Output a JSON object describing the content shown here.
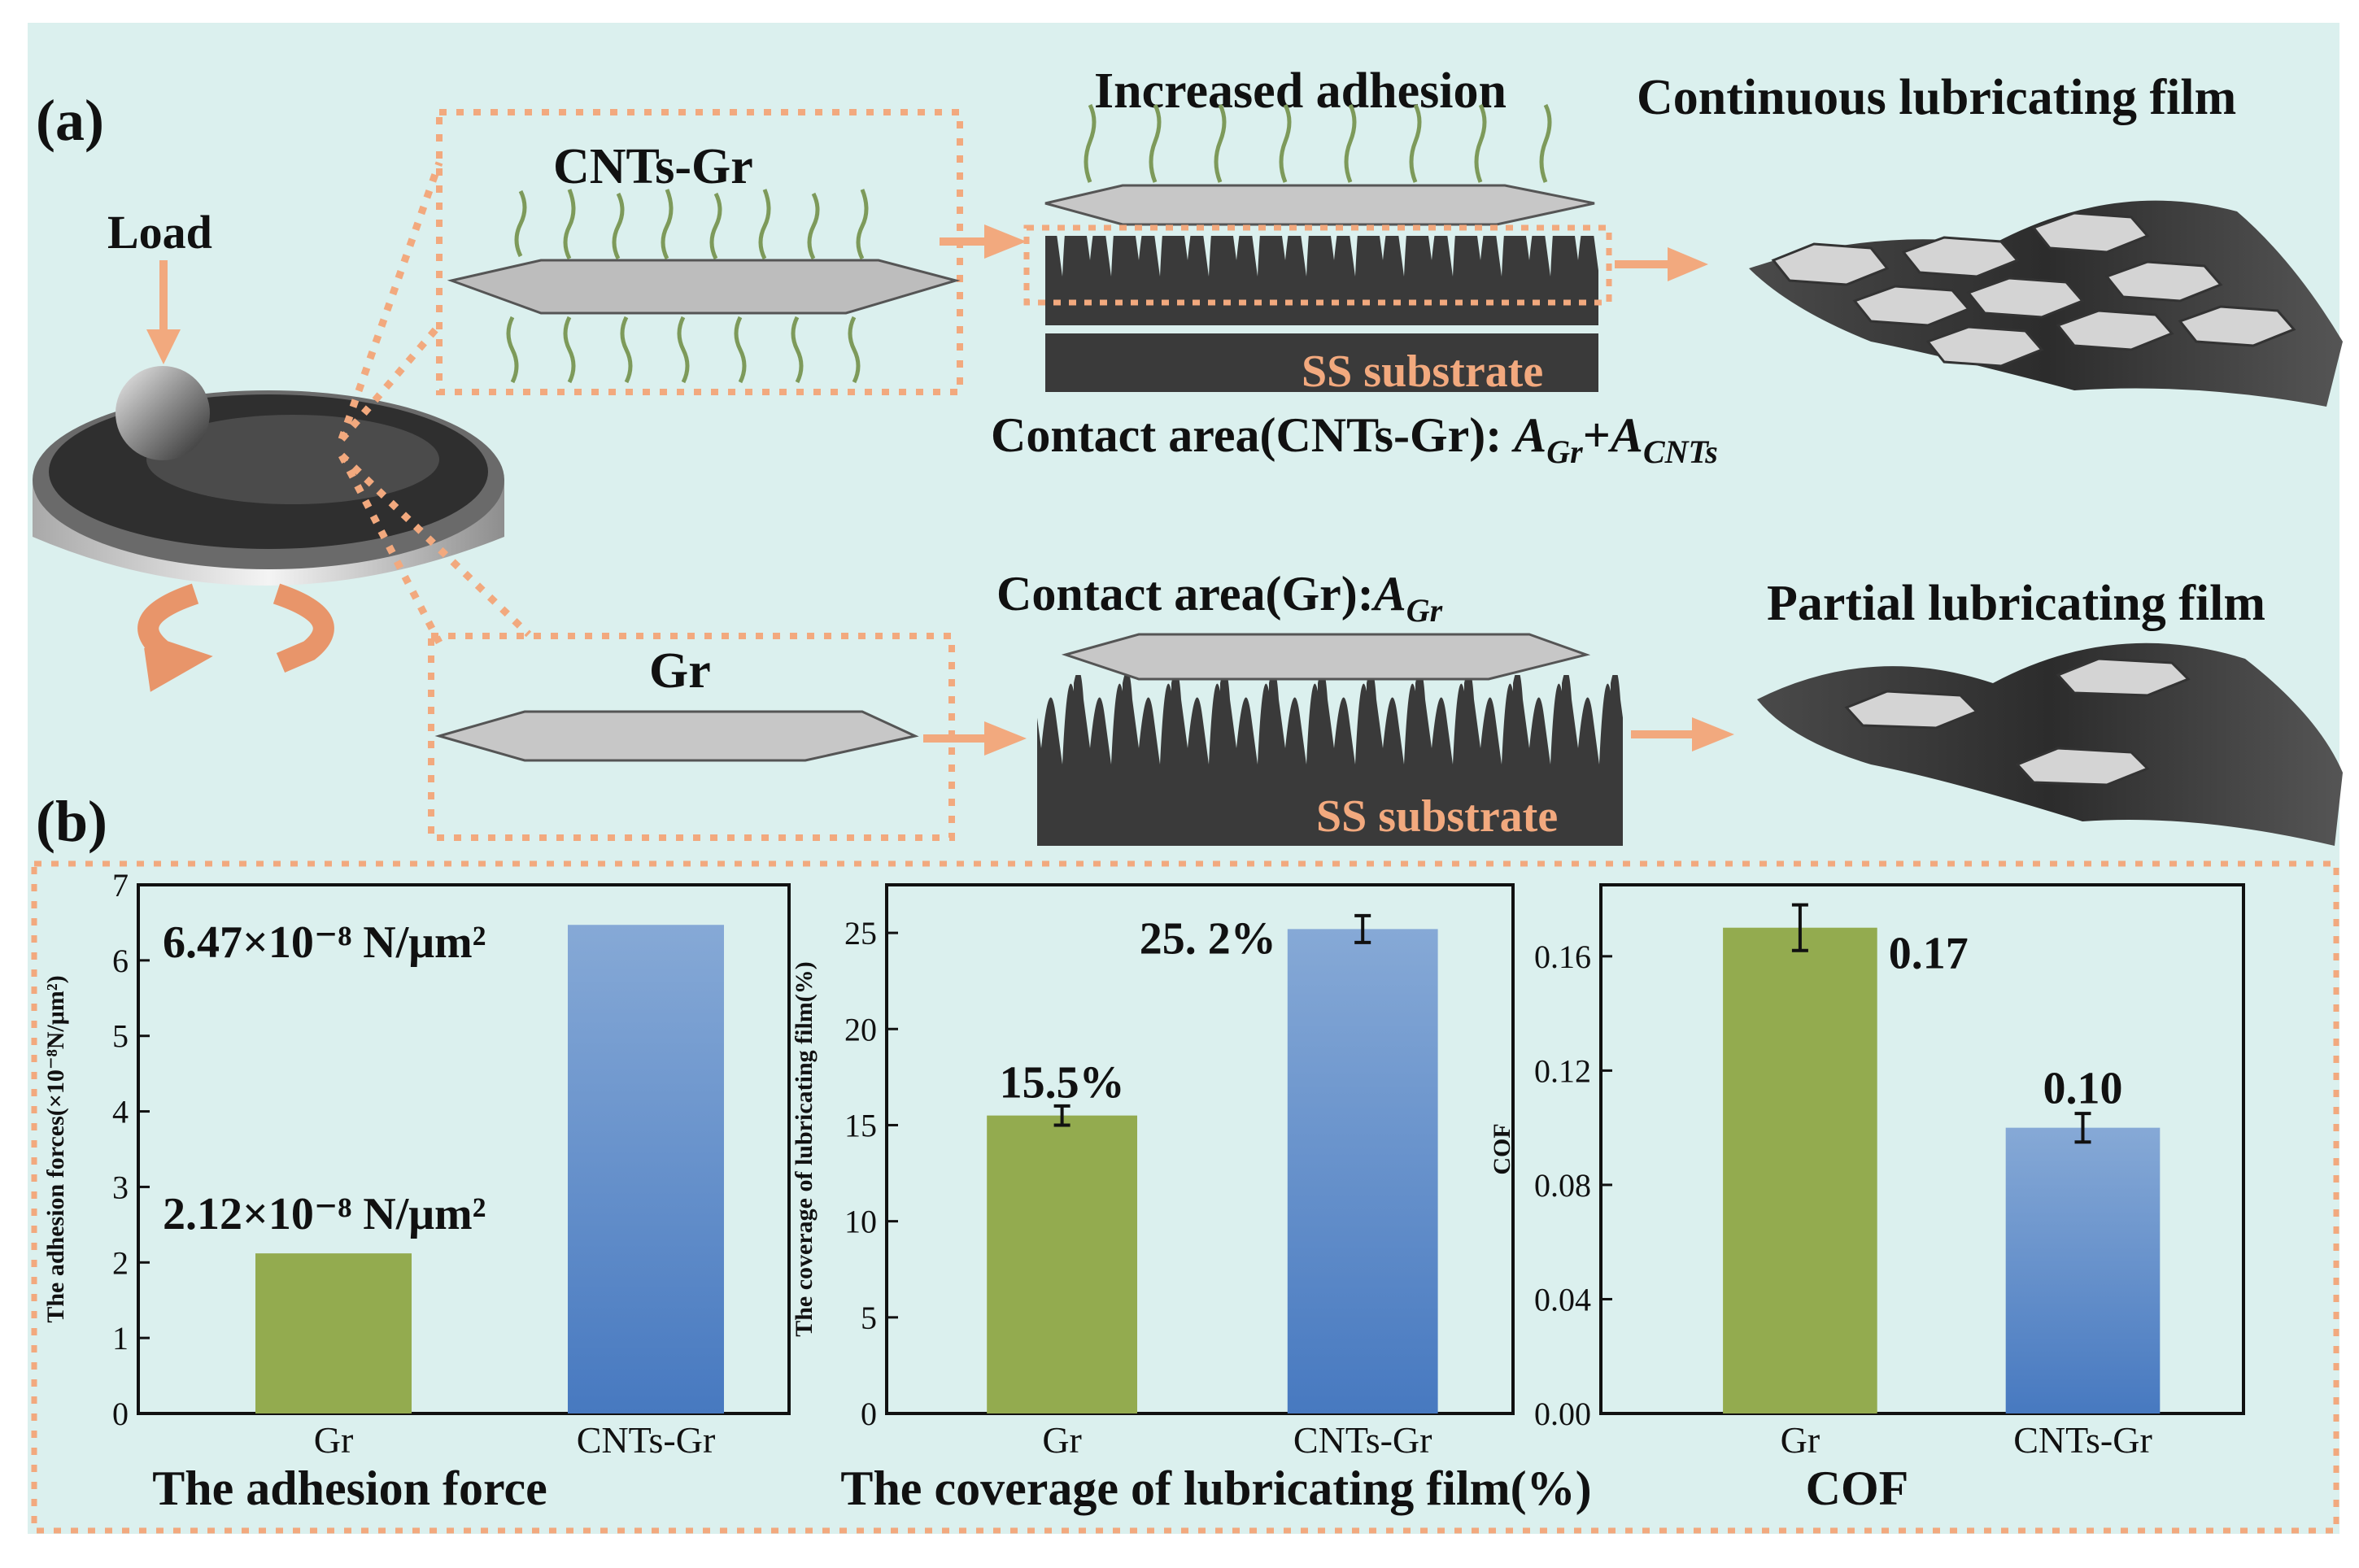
{
  "panel_a": {
    "label": "(a)",
    "load_label": "Load",
    "cnts_gr_label": "CNTs-Gr",
    "gr_label": "Gr",
    "increased_adhesion": "Increased adhesion",
    "continuous_film": "Continuous lubricating film",
    "partial_film": "Partial lubricating film",
    "ss_substrate_top": "SS substrate",
    "ss_substrate_bottom": "SS substrate",
    "contact_area_cnts": {
      "prefix": "Contact area(CNTs-Gr): ",
      "a1": "A",
      "s1": "Gr",
      "plus": "+",
      "a2": "A",
      "s2": "CNTs"
    },
    "contact_area_gr": {
      "prefix": "Contact area(Gr):",
      "a1": "A",
      "s1": "Gr"
    }
  },
  "panel_b": {
    "label": "(b)"
  },
  "colors": {
    "background": "#dbf0ee",
    "accent_orange": "#f2a97e",
    "bar_green": "#93ab4f",
    "bar_blue_top": "#86a9d6",
    "bar_blue_bottom": "#4779c0"
  },
  "chart_data": [
    {
      "type": "bar",
      "title": "The adhesion force",
      "ylabel": "The adhesion forces(×10⁻⁸N/μm²)",
      "categories": [
        "Gr",
        "CNTs-Gr"
      ],
      "values": [
        2.12,
        6.47
      ],
      "ylim": [
        0,
        7
      ],
      "yticks": [
        "0",
        "1",
        "2",
        "3",
        "4",
        "5",
        "6",
        "7"
      ],
      "data_labels": [
        "2.12×10⁻⁸ N/μm²",
        "6.47×10⁻⁸ N/μm²"
      ]
    },
    {
      "type": "bar",
      "title": "The coverage of lubricating film(%)",
      "ylabel": "The coverage of lubricating film(%)",
      "categories": [
        "Gr",
        "CNTs-Gr"
      ],
      "values": [
        15.5,
        25.2
      ],
      "errors": [
        0.5,
        0.7
      ],
      "ylim": [
        0,
        27.5
      ],
      "yticks": [
        "0",
        "5",
        "10",
        "15",
        "20",
        "25"
      ],
      "data_labels": [
        "15.5%",
        "25. 2%"
      ]
    },
    {
      "type": "bar",
      "title": "COF",
      "ylabel": "COF",
      "categories": [
        "Gr",
        "CNTs-Gr"
      ],
      "values": [
        0.17,
        0.1
      ],
      "errors": [
        0.008,
        0.005
      ],
      "ylim": [
        0,
        0.185
      ],
      "yticks": [
        "0.00",
        "0.04",
        "0.08",
        "0.12",
        "0.16"
      ],
      "data_labels": [
        "0.17",
        "0.10"
      ]
    }
  ]
}
